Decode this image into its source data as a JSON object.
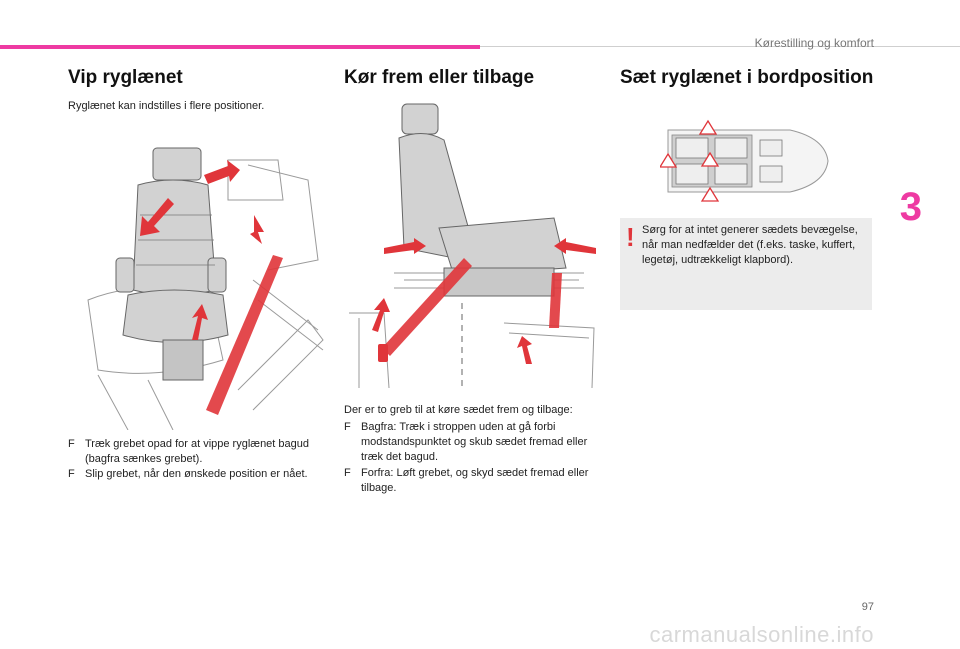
{
  "header": {
    "section": "Kørestilling og komfort"
  },
  "chapter_number": "3",
  "page_number": "97",
  "watermark": "carmanualsonline.info",
  "col1": {
    "title": "Vip ryglænet",
    "intro": "Ryglænet kan indstilles i flere positioner.",
    "bullets": [
      "Træk grebet opad for at vippe ryglænet bagud (bagfra sænkes grebet).",
      "Slip grebet, når den ønskede position er nået."
    ]
  },
  "col2": {
    "title": "Kør frem eller tilbage",
    "intro": "Der er to greb til at køre sædet frem og tilbage:",
    "bullets": [
      "Bagfra: Træk i stroppen uden at gå forbi modstandspunktet og skub sædet fremad eller træk det bagud.",
      "Forfra: Løft grebet, og skyd sædet fremad eller tilbage."
    ]
  },
  "col3": {
    "title": "Sæt ryglænet i bordposition",
    "warning_mark": "!",
    "warning_text": "Sørg for at intet generer sædets bevægelse, når man nedfælder det (f.eks. taske, kuffert, legetøj, udtrækkeligt klapbord)."
  },
  "bullet_marker": "F",
  "colors": {
    "accent": "#ee3aa2",
    "arrow_red": "#e0353a",
    "panel_grey": "#ececec"
  }
}
